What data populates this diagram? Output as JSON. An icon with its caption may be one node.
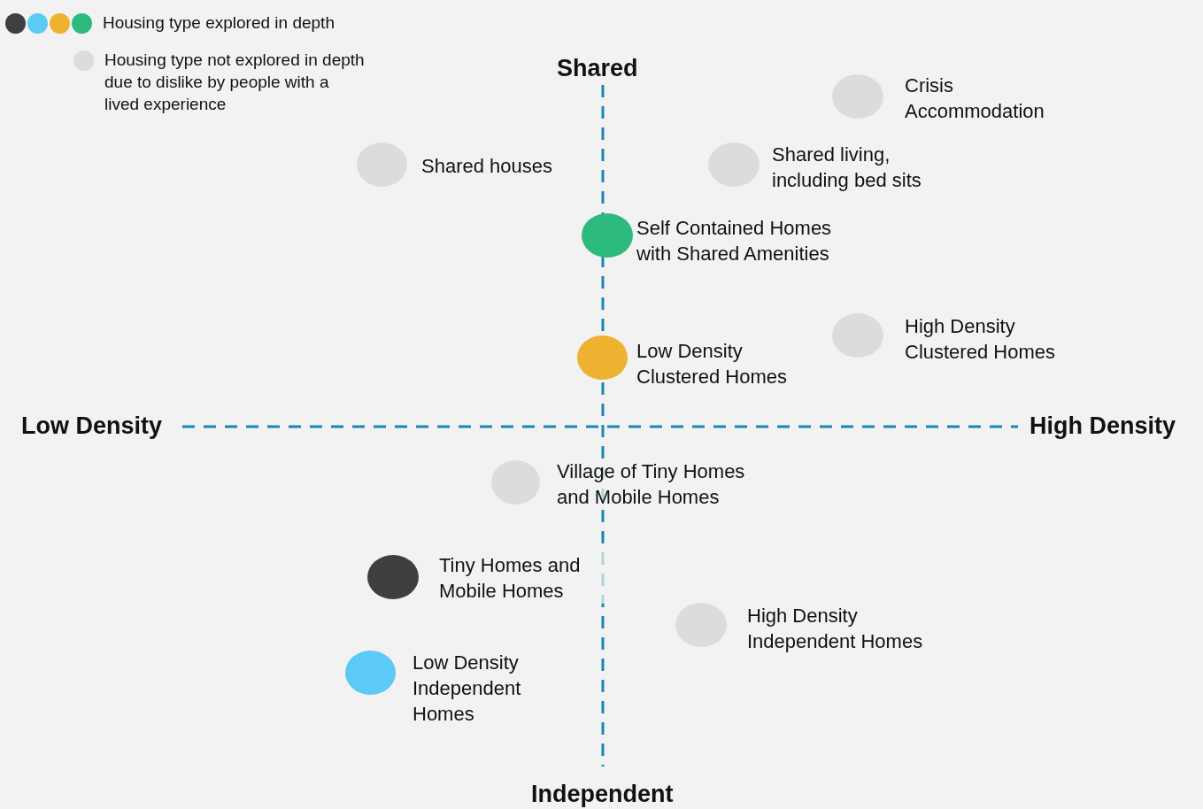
{
  "diagram": {
    "nodes": [
      {
        "text": [
          "Crisis Accommodation"
        ]
      },
      {
        "text": [
          "Shared houses"
        ]
      },
      {
        "text": [
          "Shared living, including bed sits"
        ]
      },
      {
        "text": [
          "Self Contained Homes with Shared Amenities"
        ]
      },
      {
        "text": [
          "High Density Clustered Homes"
        ]
      },
      {
        "text": [
          "Low Density Clustered Homes"
        ]
      },
      {
        "text": [
          "Village of Tiny Homes and Mobile Homes"
        ]
      },
      {
        "text": [
          "Tiny Homes and Mobile Homes"
        ]
      },
      {
        "text": [
          "High Density Independent Homes"
        ]
      },
      {
        "text": [
          "Low Density Independent Homes"
        ]
      }
    ],
    "labels": [
      "Shared",
      "Low Density",
      "High Density",
      "Independent"
    ],
    "legend": [
      {
        "text": "Housing type explored in depth"
      },
      {
        "text": "Housing type not explored in depth due to dislike by people with a lived experience"
      }
    ]
  }
}
